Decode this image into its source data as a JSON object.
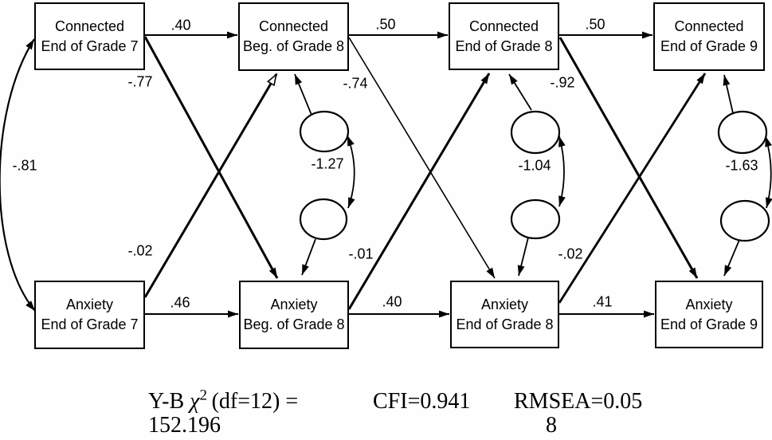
{
  "diagram": {
    "boxes": [
      {
        "id": "connected-g7-end",
        "line1": "Connected",
        "line2": "End of Grade 7"
      },
      {
        "id": "connected-g8-beg",
        "line1": "Connected",
        "line2": "Beg. of Grade 8"
      },
      {
        "id": "connected-g8-end",
        "line1": "Connected",
        "line2": "End of Grade 8"
      },
      {
        "id": "connected-g9-end",
        "line1": "Connected",
        "line2": "End of Grade 9"
      },
      {
        "id": "anxiety-g7-end",
        "line1": "Anxiety",
        "line2": "End of Grade 7"
      },
      {
        "id": "anxiety-g8-beg",
        "line1": "Anxiety",
        "line2": "Beg. of Grade 8"
      },
      {
        "id": "anxiety-g8-end",
        "line1": "Anxiety",
        "line2": "End of Grade 8"
      },
      {
        "id": "anxiety-g9-end",
        "line1": "Anxiety",
        "line2": "End of Grade 9"
      }
    ],
    "stability_coefficients": [
      {
        "from": "connected-g7-end",
        "to": "connected-g8-beg",
        "value": ".40"
      },
      {
        "from": "connected-g8-beg",
        "to": "connected-g8-end",
        "value": ".50"
      },
      {
        "from": "connected-g8-end",
        "to": "connected-g9-end",
        "value": ".50"
      },
      {
        "from": "anxiety-g7-end",
        "to": "anxiety-g8-beg",
        "value": ".46"
      },
      {
        "from": "anxiety-g8-beg",
        "to": "anxiety-g8-end",
        "value": ".40"
      },
      {
        "from": "anxiety-g8-end",
        "to": "anxiety-g9-end",
        "value": ".41"
      }
    ],
    "cross_lagged_coefficients": [
      {
        "from": "connected-g7-end",
        "to": "anxiety-g8-beg",
        "value": "-.77"
      },
      {
        "from": "anxiety-g7-end",
        "to": "connected-g8-beg",
        "value": "-.02"
      },
      {
        "from": "connected-g8-beg",
        "to": "anxiety-g8-end",
        "value": "-.74"
      },
      {
        "from": "anxiety-g8-beg",
        "to": "connected-g8-end",
        "value": "-.01"
      },
      {
        "from": "connected-g8-end",
        "to": "anxiety-g9-end",
        "value": "-.92"
      },
      {
        "from": "anxiety-g8-end",
        "to": "connected-g9-end",
        "value": "-.02"
      }
    ],
    "error_covariances": [
      {
        "between": "connected-g8-beg / anxiety-g8-beg",
        "value": "-1.27"
      },
      {
        "between": "connected-g8-end / anxiety-g8-end",
        "value": "-1.04"
      },
      {
        "between": "connected-g9-end / anxiety-g9-end",
        "value": "-1.63"
      }
    ],
    "exogenous_correlation": {
      "between": "connected-g7-end / anxiety-g7-end",
      "value": "-.81"
    },
    "fit_statistics": {
      "chi_label": "Y-B",
      "chi_symbol": "χ",
      "chi_exponent": "2",
      "chi_df": "(df=12) =",
      "chi_value": "152.196",
      "cfi": "CFI=0.941",
      "rmsea_line1": "RMSEA=0.05",
      "rmsea_line2": "8"
    },
    "line_color": "#000000"
  }
}
